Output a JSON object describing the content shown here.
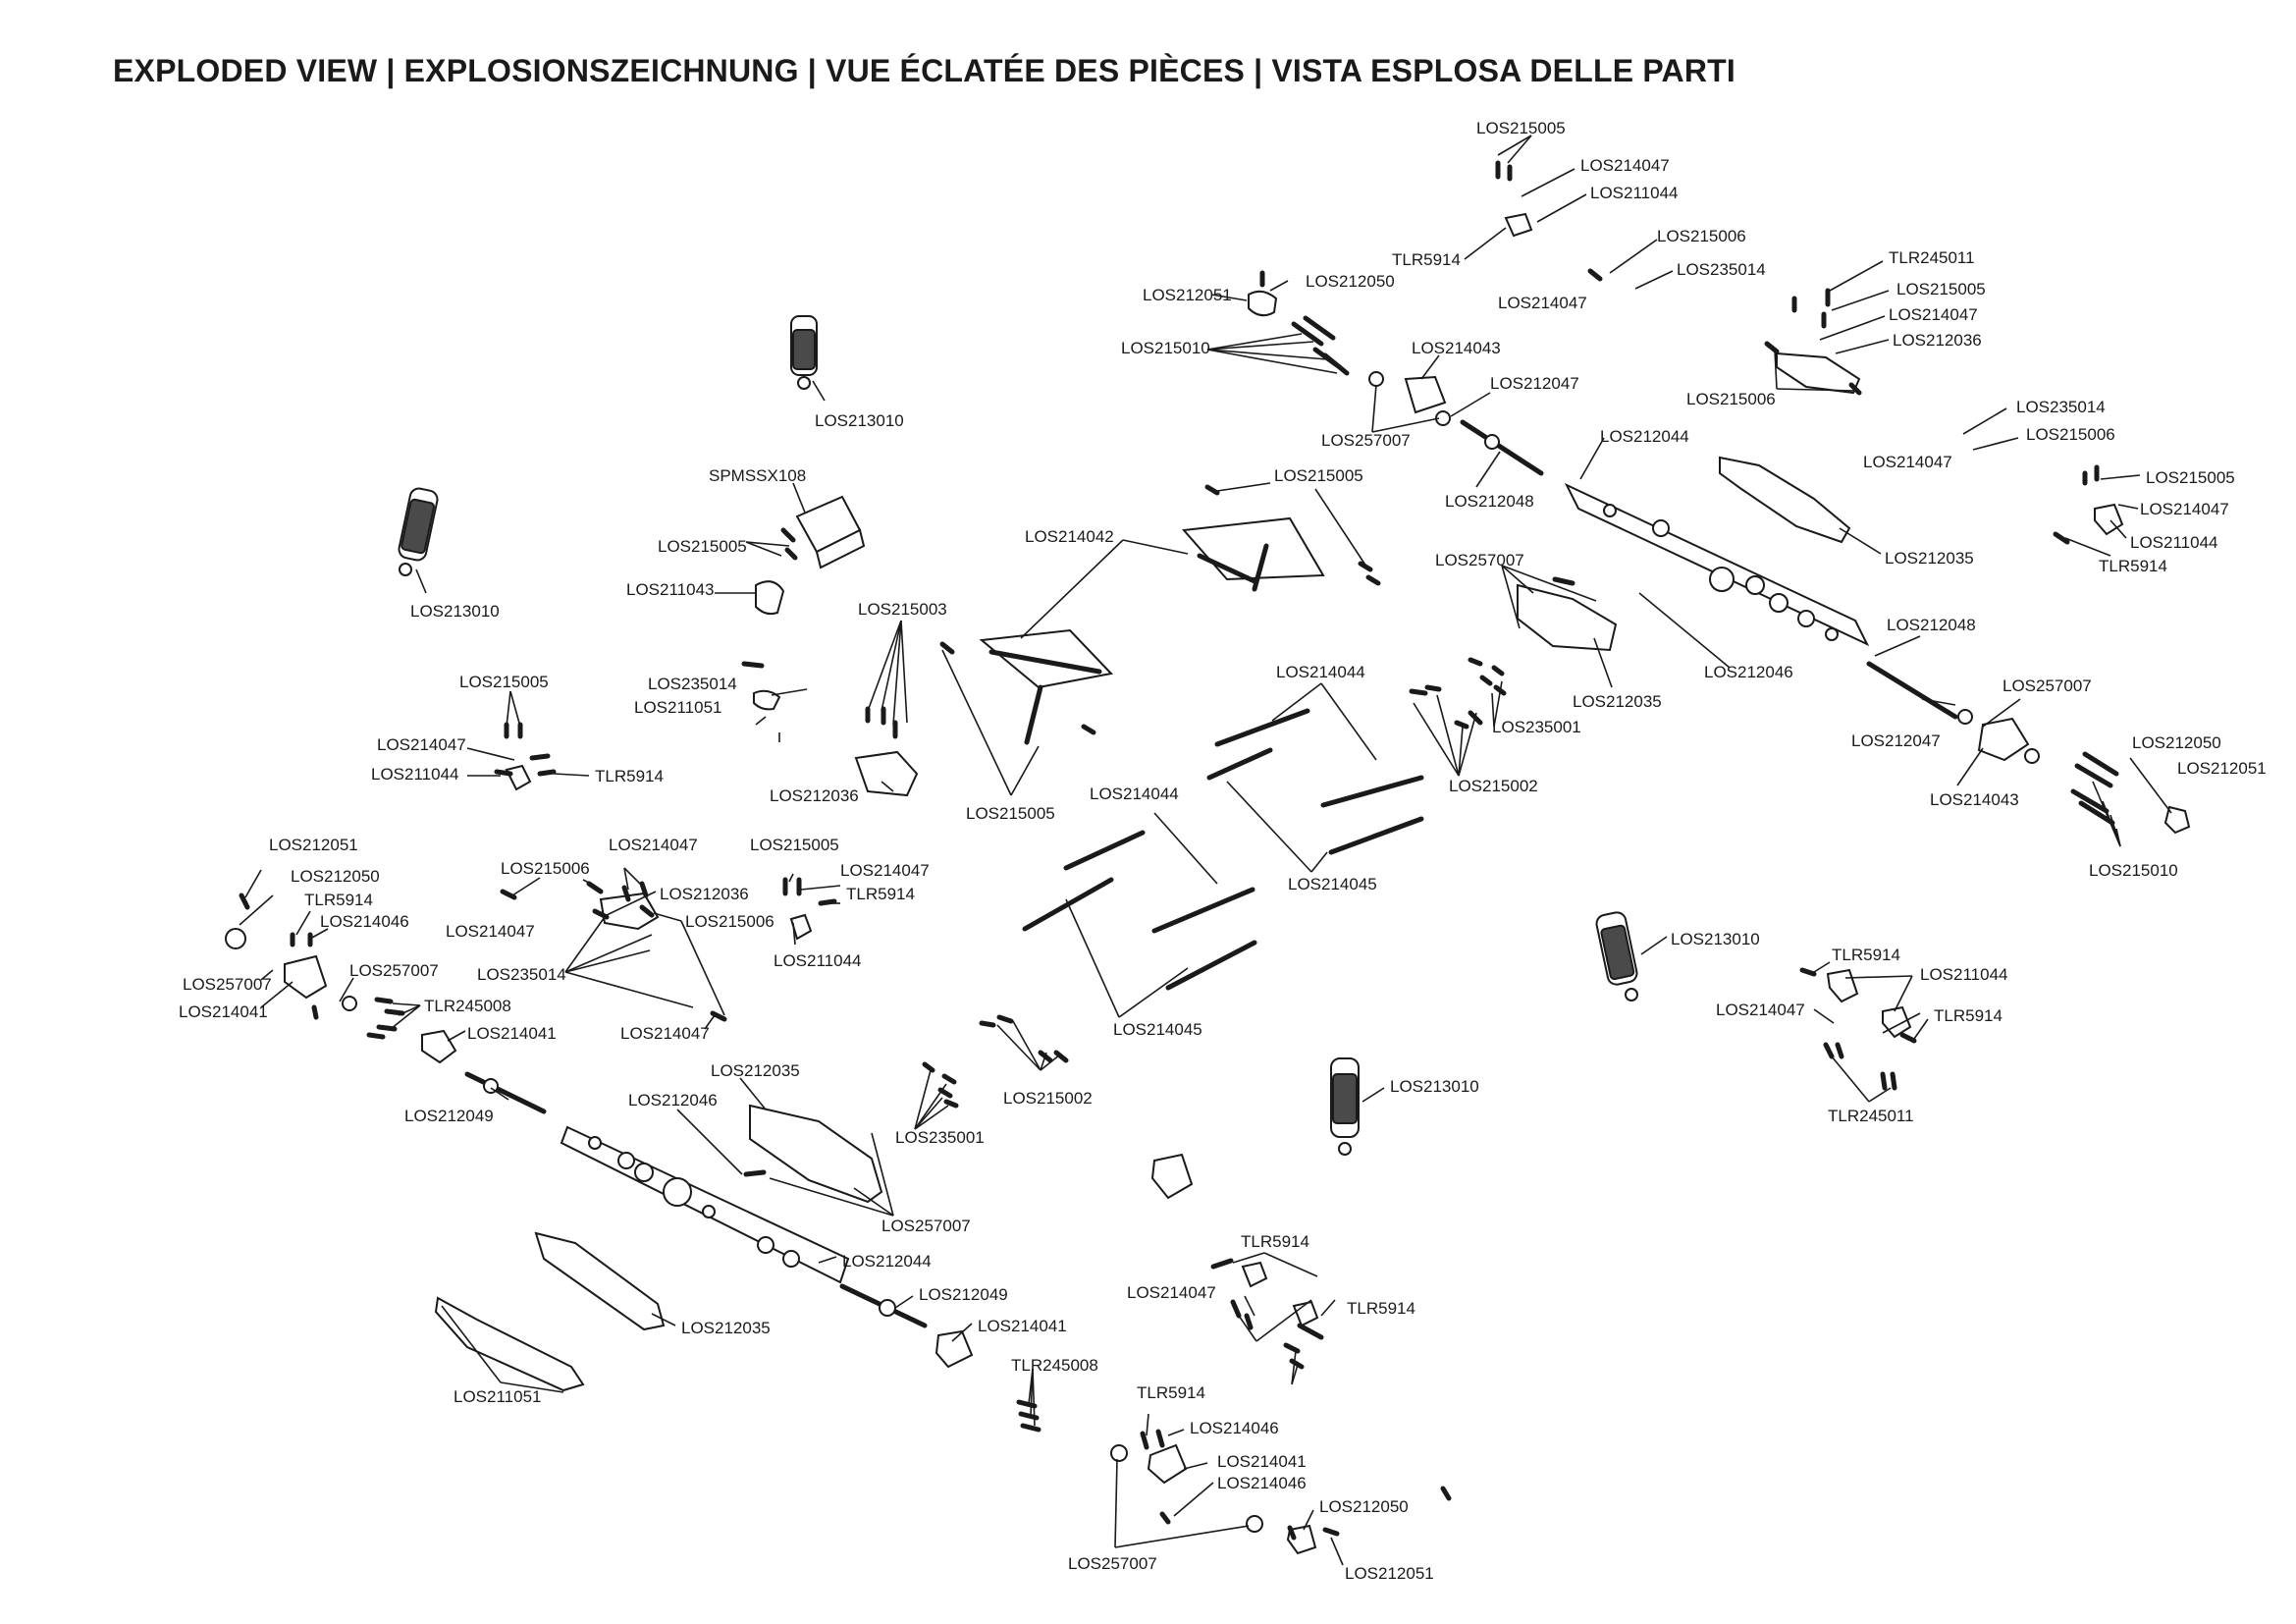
{
  "title": "EXPLODED VIEW  |  EXPLOSIONSZEICHNUNG  |  VUE ÉCLATÉE DES PIÈCES  |  VISTA ESPLOSA DELLE PARTI",
  "parts": {
    "LOS215005": "LOS215005",
    "LOS214047": "LOS214047",
    "LOS211044": "LOS211044",
    "TLR5914": "TLR5914",
    "LOS215006": "LOS215006",
    "LOS235014": "LOS235014",
    "LOS212051": "LOS212051",
    "LOS212050": "LOS212050",
    "TLR245011": "TLR245011",
    "LOS212036": "LOS212036",
    "LOS215010": "LOS215010",
    "LOS214043": "LOS214043",
    "LOS212047": "LOS212047",
    "LOS213010": "LOS213010",
    "LOS257007": "LOS257007",
    "LOS212044": "LOS212044",
    "LOS212048": "LOS212048",
    "LOS212035": "LOS212035",
    "SPMSSX108": "SPMSSX108",
    "LOS214042": "LOS214042",
    "LOS211043": "LOS211043",
    "LOS215003": "LOS215003",
    "LOS212046": "LOS212046",
    "LOS235001": "LOS235001",
    "LOS214044": "LOS214044",
    "LOS211051": "LOS211051",
    "LOS215002": "LOS215002",
    "LOS214045": "LOS214045",
    "LOS214046": "LOS214046",
    "LOS214041": "LOS214041",
    "TLR245008": "TLR245008",
    "LOS212049": "LOS212049"
  }
}
